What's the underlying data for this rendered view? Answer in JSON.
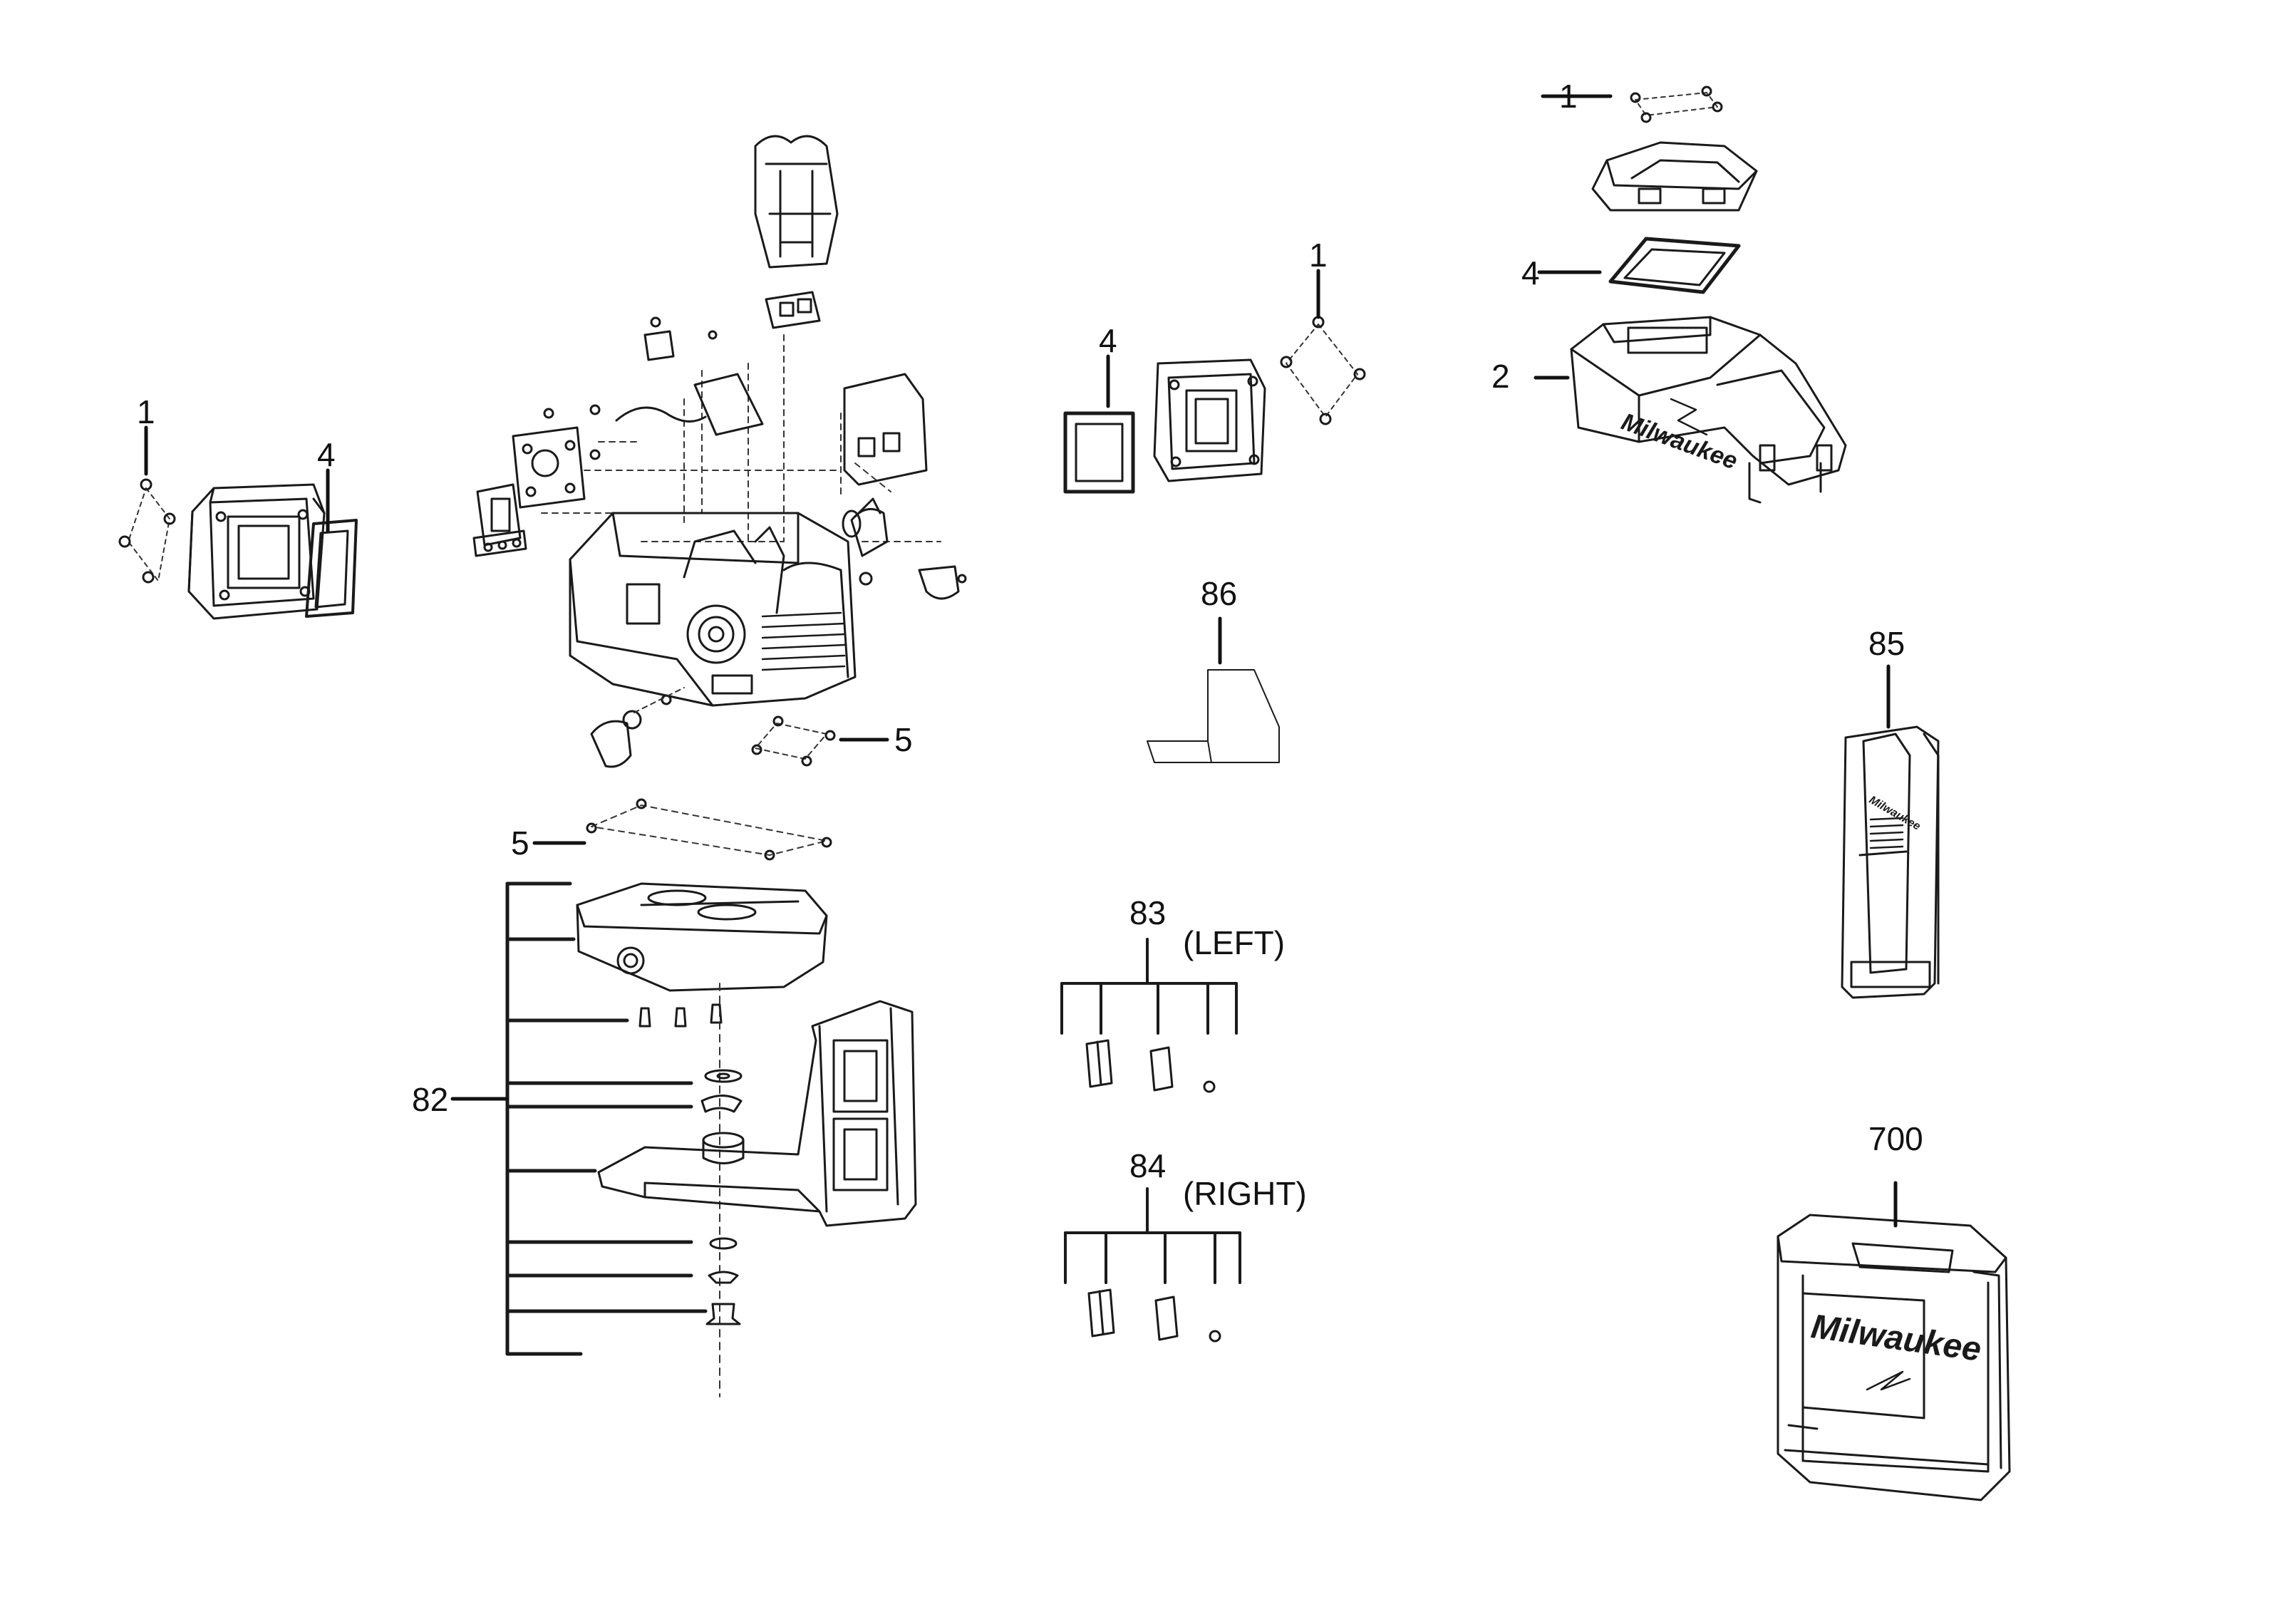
{
  "labels": {
    "screws_left_tag": "1",
    "glass_left_tag": "4",
    "screws_mid_tag": "1",
    "glass_mid_tag": "4",
    "screws_top_tag": "1",
    "glass_top_tag": "4",
    "housing_tag": "2",
    "bottom_screws_tag": "5",
    "base_screws_tag": "5",
    "bracket_assembly_tag": "82",
    "left_magnet_kit_tag": "83",
    "left_magnet_kit_note": "(LEFT)",
    "right_magnet_kit_tag": "84",
    "right_magnet_kit_note": "(RIGHT)",
    "target_plate_tag": "86",
    "battery_charger_tag": "85",
    "carry_case_tag": "700"
  },
  "logos": {
    "housing_brand": "Milwaukee",
    "case_brand": "Milwaukee",
    "holder_brand": "Milwaukee"
  },
  "colors": {
    "line": "#1a1a1a",
    "leader": "#111111",
    "dashed": "#333333",
    "background": "#ffffff"
  }
}
